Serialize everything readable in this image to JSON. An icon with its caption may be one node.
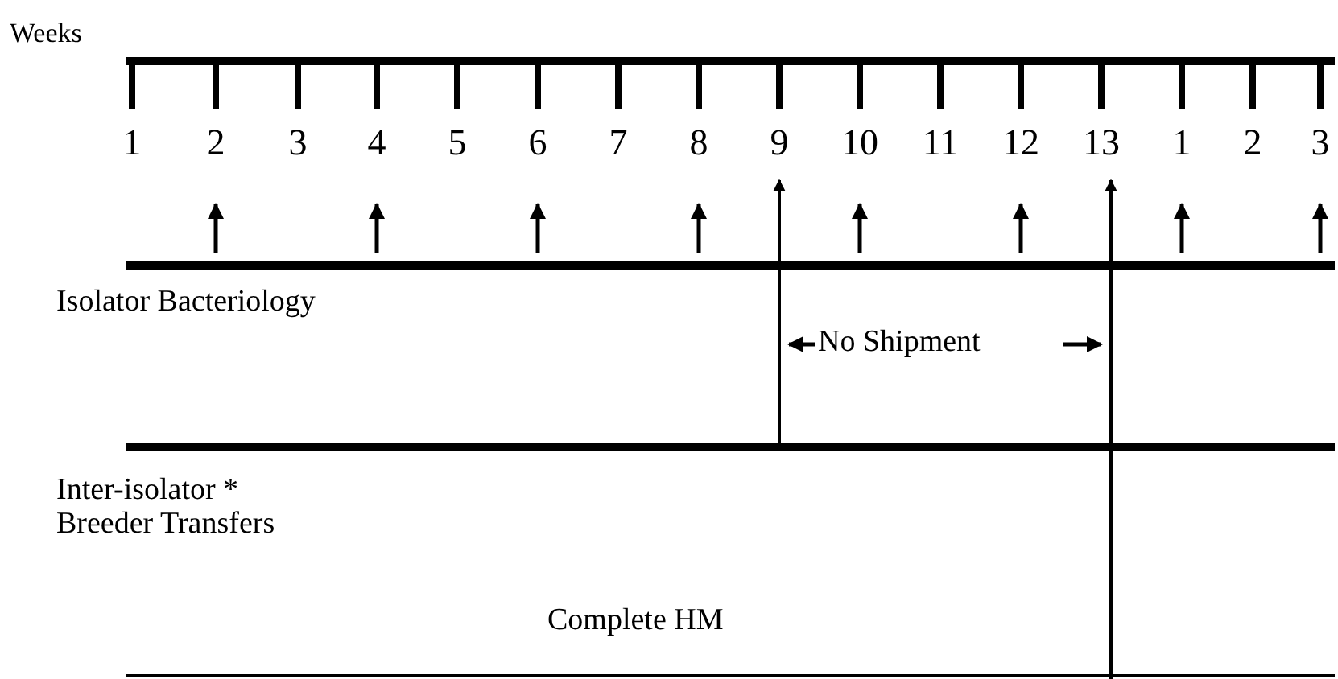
{
  "diagram": {
    "labels": [
      "Weeks",
      "1",
      "2",
      "3",
      "4",
      "5",
      "6",
      "7",
      "8",
      "9",
      "10",
      "11",
      "12",
      "13",
      "1",
      "2",
      "3",
      "Isolator Bacteriology",
      "No Shipment",
      "Inter-isolator * Breeder Transfers",
      "Complete HM"
    ]
  }
}
